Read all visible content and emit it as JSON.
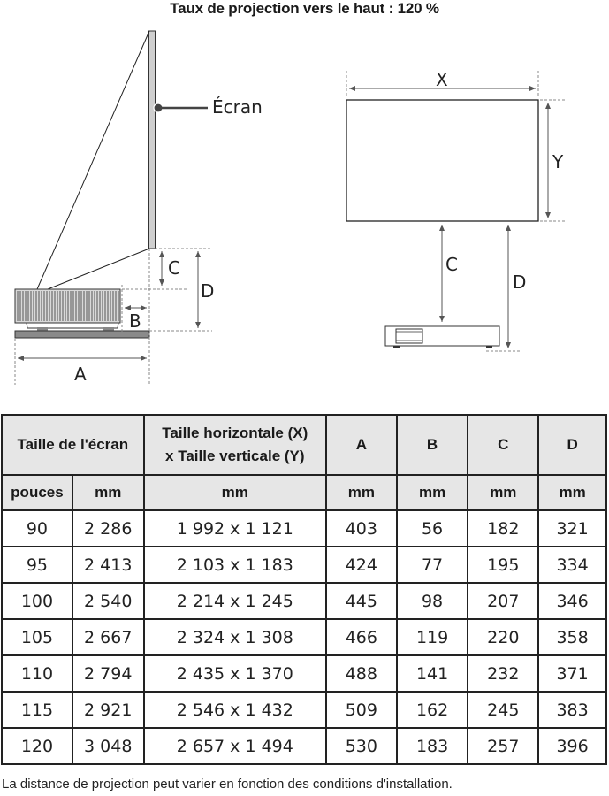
{
  "title": "Taux de projection vers le haut : 120 %",
  "diagram": {
    "side_view": {
      "screen_label": "Écran",
      "labels": {
        "A": "A",
        "B": "B",
        "C": "C",
        "D": "D"
      }
    },
    "front_view": {
      "labels": {
        "X": "X",
        "Y": "Y",
        "C": "C",
        "D": "D"
      }
    }
  },
  "table": {
    "header": {
      "screen_size": "Taille de l'écran",
      "xy_line1": "Taille horizontale (X)",
      "xy_line2": "x Taille verticale (Y)",
      "A": "A",
      "B": "B",
      "C": "C",
      "D": "D"
    },
    "units": [
      "pouces",
      "mm",
      "mm",
      "mm",
      "mm",
      "mm",
      "mm"
    ],
    "rows": [
      [
        "90",
        "2 286",
        "1 992 x 1 121",
        "403",
        "56",
        "182",
        "321"
      ],
      [
        "95",
        "2 413",
        "2 103 x 1 183",
        "424",
        "77",
        "195",
        "334"
      ],
      [
        "100",
        "2 540",
        "2 214 x 1 245",
        "445",
        "98",
        "207",
        "346"
      ],
      [
        "105",
        "2 667",
        "2 324 x 1 308",
        "466",
        "119",
        "220",
        "358"
      ],
      [
        "110",
        "2 794",
        "2 435 x 1 370",
        "488",
        "141",
        "232",
        "371"
      ],
      [
        "115",
        "2 921",
        "2 546 x 1 432",
        "509",
        "162",
        "245",
        "383"
      ],
      [
        "120",
        "3 048",
        "2 657 x 1 494",
        "530",
        "183",
        "257",
        "396"
      ]
    ]
  },
  "footnote": "La distance de projection peut varier en fonction des conditions d'installation."
}
